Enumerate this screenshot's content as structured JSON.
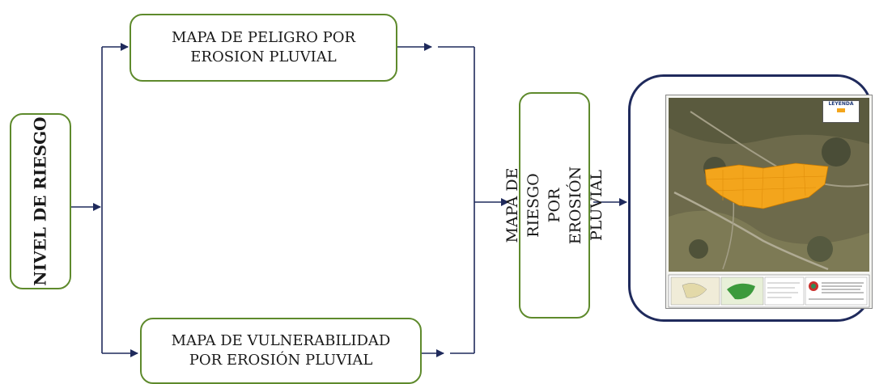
{
  "nodes": {
    "nivel_riesgo": "NIVEL DE RIESGO",
    "mapa_peligro": "MAPA DE PELIGRO POR\nEROSION PLUVIAL",
    "mapa_vulnerabilidad": "MAPA DE VULNERABILIDAD\nPOR EROSIÓN PLUVIAL",
    "mapa_riesgo": "MAPA DE RIESGO POR\nEROSIÓN PLUVIAL"
  },
  "map_thumbnail": {
    "legend_title": "LEYENDA"
  },
  "colors": {
    "box_border": "#5e8a2c",
    "arrow": "#1f2a5c",
    "map_frame": "#1f2a5c",
    "risk_zone": "#f3a51c"
  }
}
